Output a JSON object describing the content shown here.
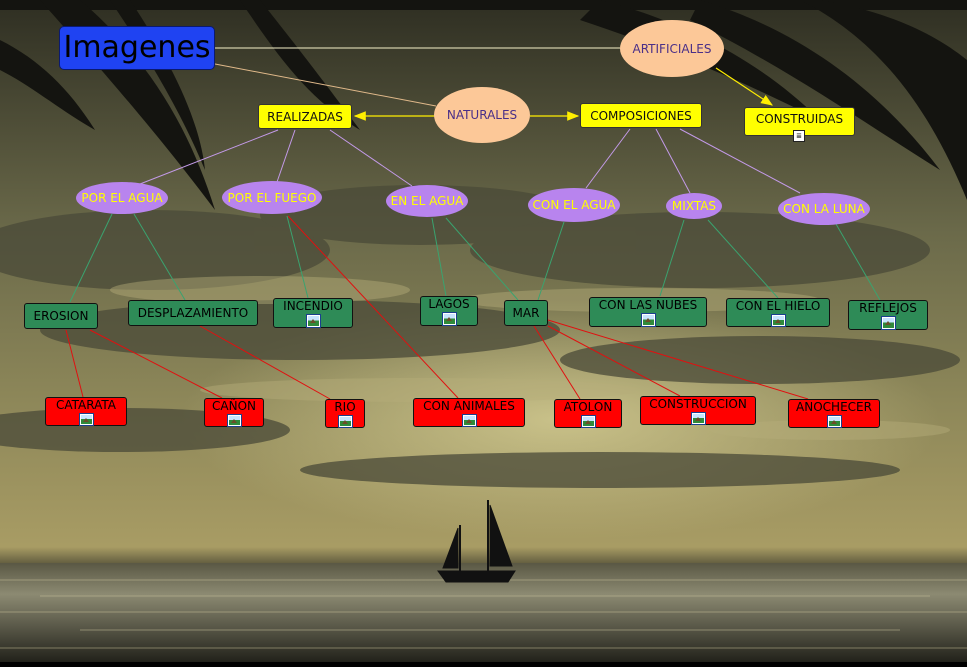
{
  "map_title": "Imagenes",
  "colors": {
    "title": "#1f43f2",
    "yellow": "#ffff00",
    "green": "#2e8b57",
    "red": "#ff0000",
    "peach": "#fcc898",
    "purple": "#b884ee",
    "link_white": "#f5f0c8",
    "link_yellow": "#ffee00",
    "link_lilac": "#c39ae8",
    "link_green": "#3aa36f",
    "link_red": "#e01010"
  },
  "nodes": {
    "artificiales": "ARTIFICIALES",
    "naturales": "NATURALES",
    "realizadas": "REALIZADAS",
    "composiciones": "COMPOSICIONES",
    "construidas": "CONSTRUIDAS",
    "por_el_agua": "POR EL AGUA",
    "por_el_fuego": "POR EL FUEGO",
    "en_el_agua": "EN EL AGUA",
    "con_el_agua": "CON EL AGUA",
    "mixtas": "MIXTAS",
    "con_la_luna": "CON LA LUNA",
    "erosion": "EROSION",
    "desplazamiento": "DESPLAZAMIENTO",
    "incendio": "INCENDIO",
    "lagos": "LAGOS",
    "mar": "MAR",
    "con_las_nubes": "CON LAS NUBES",
    "con_el_hielo": "CON EL HIELO",
    "reflejos": "REFLEJOS",
    "catarata": "CATARATA",
    "canon": "CAÑON",
    "rio": "RIO",
    "con_animales": "CON ANIMALES",
    "atolon": "ATOLON",
    "construccion": "CONSTRUCCION",
    "anochecer": "ANOCHECER"
  },
  "icons": {
    "image_resource": "image-icon",
    "document_resource": "document-icon",
    "document_glyph": "≣"
  }
}
